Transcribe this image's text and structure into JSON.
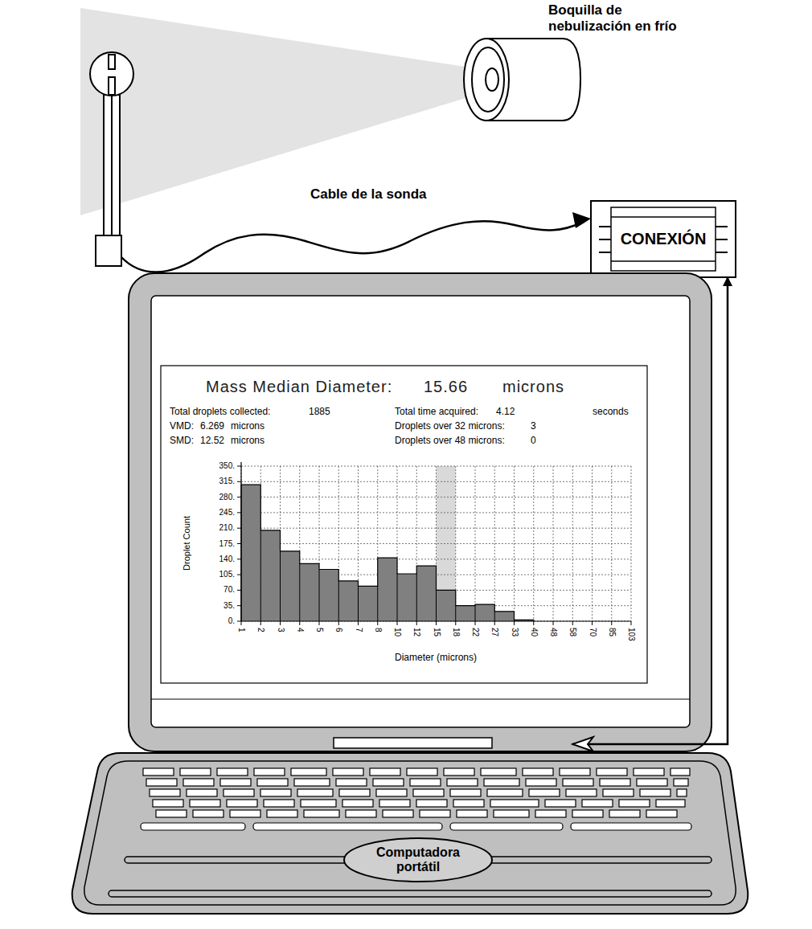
{
  "diagram": {
    "nodes": [
      {
        "text": [
          "CONEXIÓN"
        ]
      },
      {
        "text": [
          "Computadora portátil"
        ]
      }
    ],
    "edges": [
      {
        "from": 0,
        "to": 1,
        "arrow": "both"
      }
    ],
    "labels": [
      "Boquilla de nebulización en frío",
      "Cable de la sonda",
      "Mass Median Diameter:",
      "15.66",
      "microns",
      "Total droplets collected:",
      "1885",
      "Total time acquired:",
      "4.12",
      "seconds",
      "VMD:",
      "6.269",
      "microns",
      "Droplets over 32 microns:",
      "3",
      "SMD:",
      "12.52",
      "microns",
      "Droplets over 48 microns:",
      "0",
      "Droplet Count",
      "350.",
      "315.",
      "280.",
      "245.",
      "210.",
      "175.",
      "140.",
      "105.",
      "70.",
      "35.",
      "0.",
      "1",
      "2",
      "3",
      "4",
      "5",
      "6",
      "7",
      "8",
      "10",
      "12",
      "15",
      "18",
      "22",
      "27",
      "33",
      "40",
      "48",
      "58",
      "70",
      "85",
      "103",
      "Diameter (microns)"
    ]
  }
}
